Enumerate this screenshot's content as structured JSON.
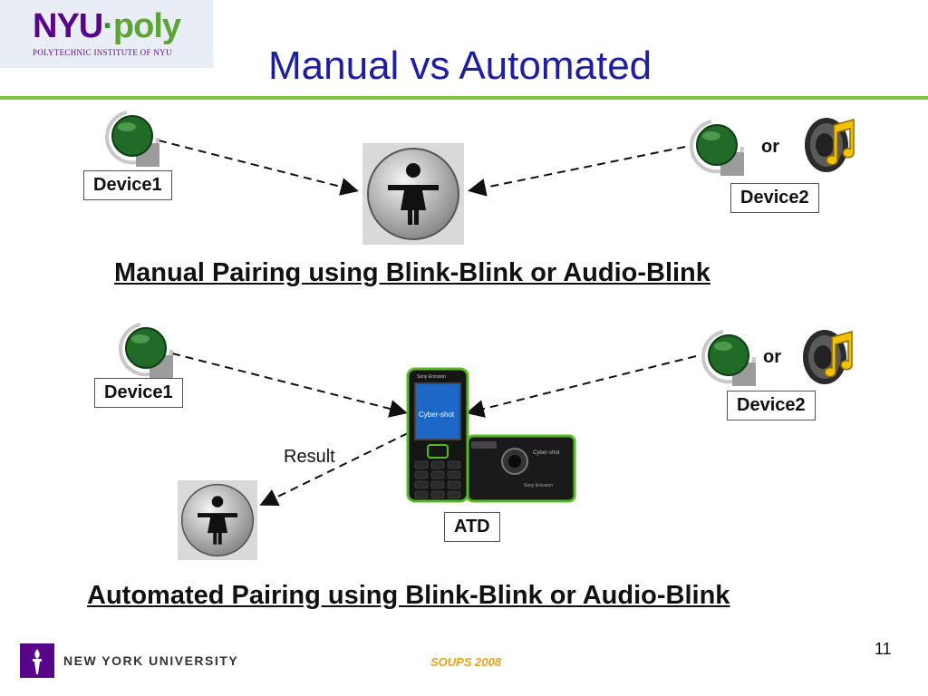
{
  "header": {
    "logo_nyu": "NYU",
    "logo_dot": "·",
    "logo_poly": "poly",
    "logo_subtitle": "POLYTECHNIC INSTITUTE OF NYU",
    "title": "Manual vs Automated"
  },
  "manual": {
    "device1": "Device1",
    "device2": "Device2",
    "or": "or",
    "heading": "Manual Pairing using Blink-Blink or Audio-Blink"
  },
  "automated": {
    "device1": "Device1",
    "device2": "Device2",
    "or": "or",
    "result": "Result",
    "atd": "ATD",
    "heading": "Automated Pairing using Blink-Blink or Audio-Blink",
    "phone_brand": "Sony Ericsson",
    "phone_screen_text": "Cyber-shot"
  },
  "footer": {
    "university": "NEW YORK UNIVERSITY",
    "conference": "SOUPS 2008",
    "page": "11"
  }
}
